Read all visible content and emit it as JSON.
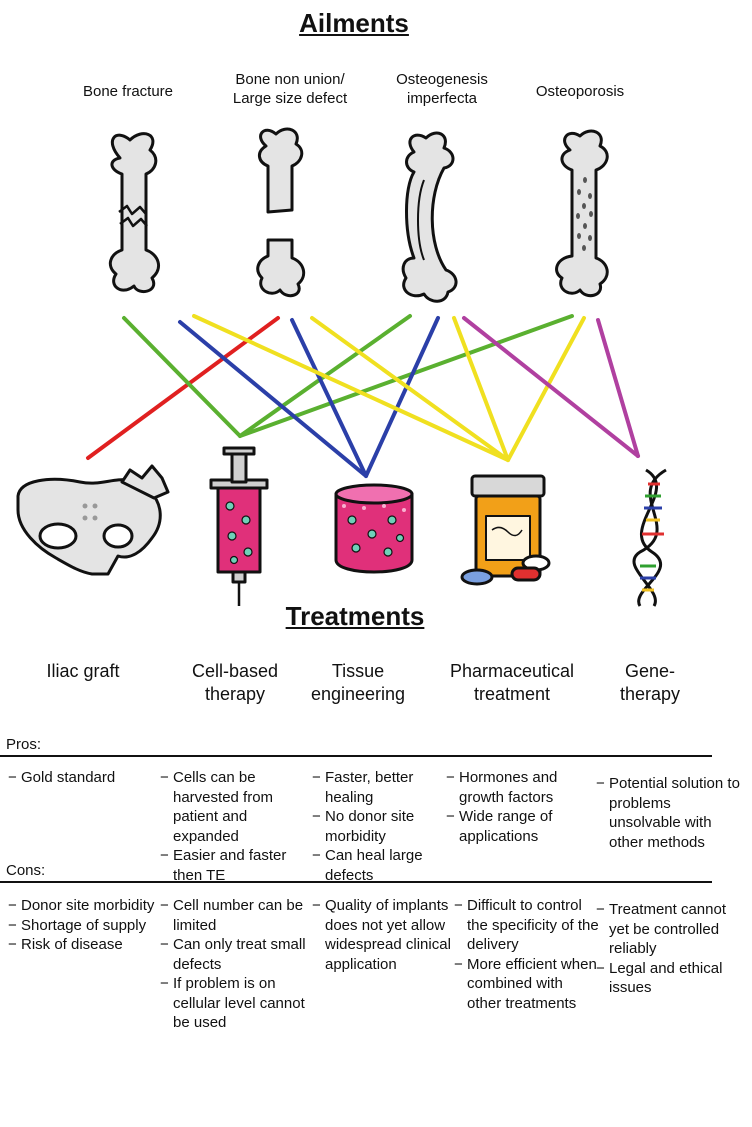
{
  "ailments": {
    "title": "Ailments",
    "items": [
      {
        "label": "Bone fracture",
        "icon": "fractured-bone-icon"
      },
      {
        "label": "Bone non union/\nLarge size defect",
        "icon": "broken-gap-bone-icon"
      },
      {
        "label": "Osteogenesis\nimperfecta",
        "icon": "curved-bone-icon"
      },
      {
        "label": "Osteoporosis",
        "icon": "porous-bone-icon"
      }
    ]
  },
  "treatments": {
    "title": "Treatments",
    "items": [
      {
        "label": "Iliac graft",
        "icon": "pelvis-icon"
      },
      {
        "label": "Cell-based\ntherapy",
        "icon": "syringe-icon"
      },
      {
        "label": "Tissue\nengineering",
        "icon": "tissue-scaffold-icon"
      },
      {
        "label": "Pharmaceutical\ntreatment",
        "icon": "pill-bottle-icon"
      },
      {
        "label": "Gene-\ntherapy",
        "icon": "dna-helix-icon"
      }
    ]
  },
  "connections": [
    {
      "ailment": 1,
      "treatment": 0,
      "color": "#e02020"
    },
    {
      "ailment": 0,
      "treatment": 1,
      "color": "#5ab030"
    },
    {
      "ailment": 2,
      "treatment": 1,
      "color": "#5ab030"
    },
    {
      "ailment": 3,
      "treatment": 1,
      "color": "#5ab030"
    },
    {
      "ailment": 0,
      "treatment": 2,
      "color": "#2b3fa8"
    },
    {
      "ailment": 1,
      "treatment": 2,
      "color": "#2b3fa8"
    },
    {
      "ailment": 2,
      "treatment": 2,
      "color": "#2b3fa8"
    },
    {
      "ailment": 0,
      "treatment": 3,
      "color": "#f0e020"
    },
    {
      "ailment": 1,
      "treatment": 3,
      "color": "#f0e020"
    },
    {
      "ailment": 2,
      "treatment": 3,
      "color": "#f0e020"
    },
    {
      "ailment": 3,
      "treatment": 3,
      "color": "#f0e020"
    },
    {
      "ailment": 2,
      "treatment": 4,
      "color": "#b040a0"
    },
    {
      "ailment": 3,
      "treatment": 4,
      "color": "#b040a0"
    }
  ],
  "pros": {
    "title": "Pros:",
    "columns": [
      [
        "Gold standard"
      ],
      [
        "Cells can be harvested from patient and expanded",
        "Easier and faster then TE"
      ],
      [
        "Faster, better healing",
        "No donor site morbidity",
        "Can heal large defects"
      ],
      [
        "Hormones and growth factors",
        "Wide range of applications"
      ],
      [
        "Potential solution to problems unsolvable with other methods"
      ]
    ]
  },
  "cons": {
    "title": "Cons:",
    "columns": [
      [
        "Donor site morbidity",
        "Shortage of supply",
        "Risk of disease"
      ],
      [
        "Cell number can be limited",
        "Can only treat small defects",
        "If problem is on cellular level cannot be used"
      ],
      [
        "Quality of implants does not yet allow widespread clinical application"
      ],
      [
        "Difficult to control the specificity of the delivery",
        "More efficient when combined with other treatments"
      ],
      [
        "Treatment cannot yet be controlled reliably",
        "Legal and ethical issues"
      ]
    ]
  }
}
